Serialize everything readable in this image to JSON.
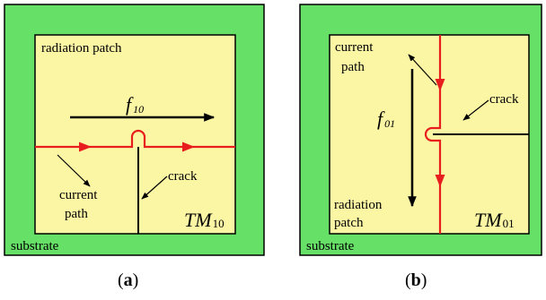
{
  "colors": {
    "substrate": "#66e066",
    "patch": "#fbf6a4",
    "current": "#e81d1d",
    "outline": "#000000"
  },
  "panel_a": {
    "radiation_label": "radiation patch",
    "mode_freq_main": "f",
    "mode_freq_sub": "10",
    "crack_label": "crack",
    "current_label_1": "current",
    "current_label_2": "path",
    "tm_main": "TM",
    "tm_sub": "10",
    "substrate_label": "substrate"
  },
  "panel_b": {
    "current_label_1": "current",
    "current_label_2": "path",
    "crack_label": "crack",
    "mode_freq_main": "f",
    "mode_freq_sub": "01",
    "radiation_label_1": "radiation",
    "radiation_label_2": "patch",
    "tm_main": "TM",
    "tm_sub": "01",
    "substrate_label": "substrate"
  },
  "captions": {
    "a_open": "(",
    "a_letter": "a",
    "a_close": ")",
    "b_open": "(",
    "b_letter": "b",
    "b_close": ")"
  }
}
